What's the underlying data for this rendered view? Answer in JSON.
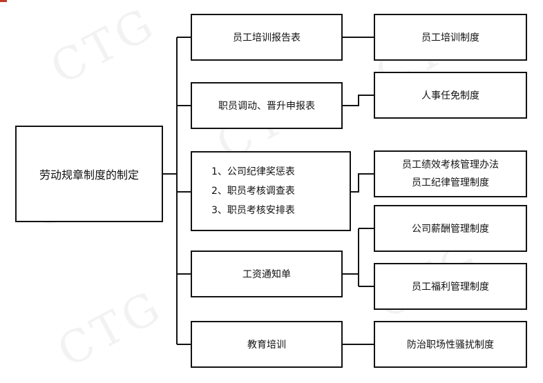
{
  "root": "劳动规章制度的制定",
  "branches": [
    {
      "source": "员工培训报告表",
      "target": "员工培训制度"
    },
    {
      "source": "职员调动、晋升申报表",
      "target": "人事任免制度"
    },
    {
      "source": [
        "1、公司纪律奖惩表",
        "2、职员考核调查表",
        "3、职员考核安排表"
      ],
      "target": [
        "员工绩效考核管理办法",
        "员工纪律管理制度"
      ]
    },
    {
      "source": "工资通知单",
      "targets": [
        "公司薪酬管理制度",
        "员工福利管理制度"
      ]
    },
    {
      "source": "教育培训",
      "target": "防治职场性骚扰制度"
    }
  ],
  "watermark": "CTG"
}
